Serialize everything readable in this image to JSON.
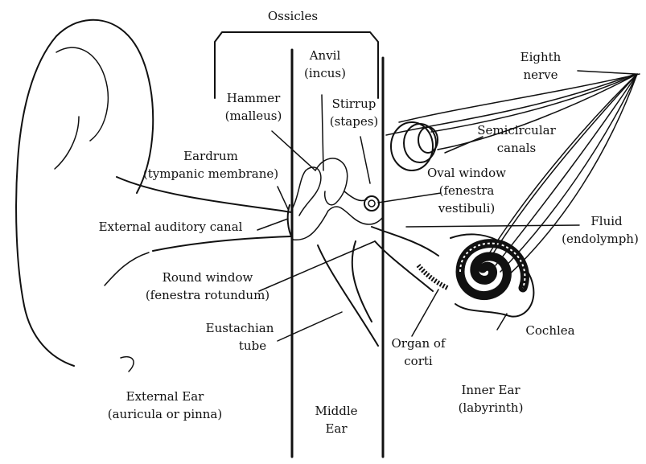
{
  "labels": {
    "ossicles": "Ossicles",
    "anvil": [
      "Anvil",
      "(incus)"
    ],
    "eighth_nerve": [
      "Eighth",
      "nerve"
    ],
    "hammer": [
      "Hammer",
      "(malleus)"
    ],
    "stirrup": [
      "Stirrup",
      "(stapes)"
    ],
    "semicircular": [
      "Semicircular",
      "canals"
    ],
    "eardrum": [
      "Eardrum",
      "(tympanic membrane)"
    ],
    "oval_window": [
      "Oval window",
      "(fenestra",
      "vestibuli)"
    ],
    "external_canal": "External auditory canal",
    "fluid": [
      "Fluid",
      "(endolymph)"
    ],
    "round_window": [
      "Round window",
      "(fenestra rotundum)"
    ],
    "eustachian": [
      "Eustachian",
      "tube"
    ],
    "organ_corti": [
      "Organ of",
      "corti"
    ],
    "cochlea": "Cochlea",
    "external_ear": [
      "External Ear",
      "(auricula or pinna)"
    ],
    "middle_ear": [
      "Middle",
      "Ear"
    ],
    "inner_ear": [
      "Inner Ear",
      "(labyrinth)"
    ]
  }
}
